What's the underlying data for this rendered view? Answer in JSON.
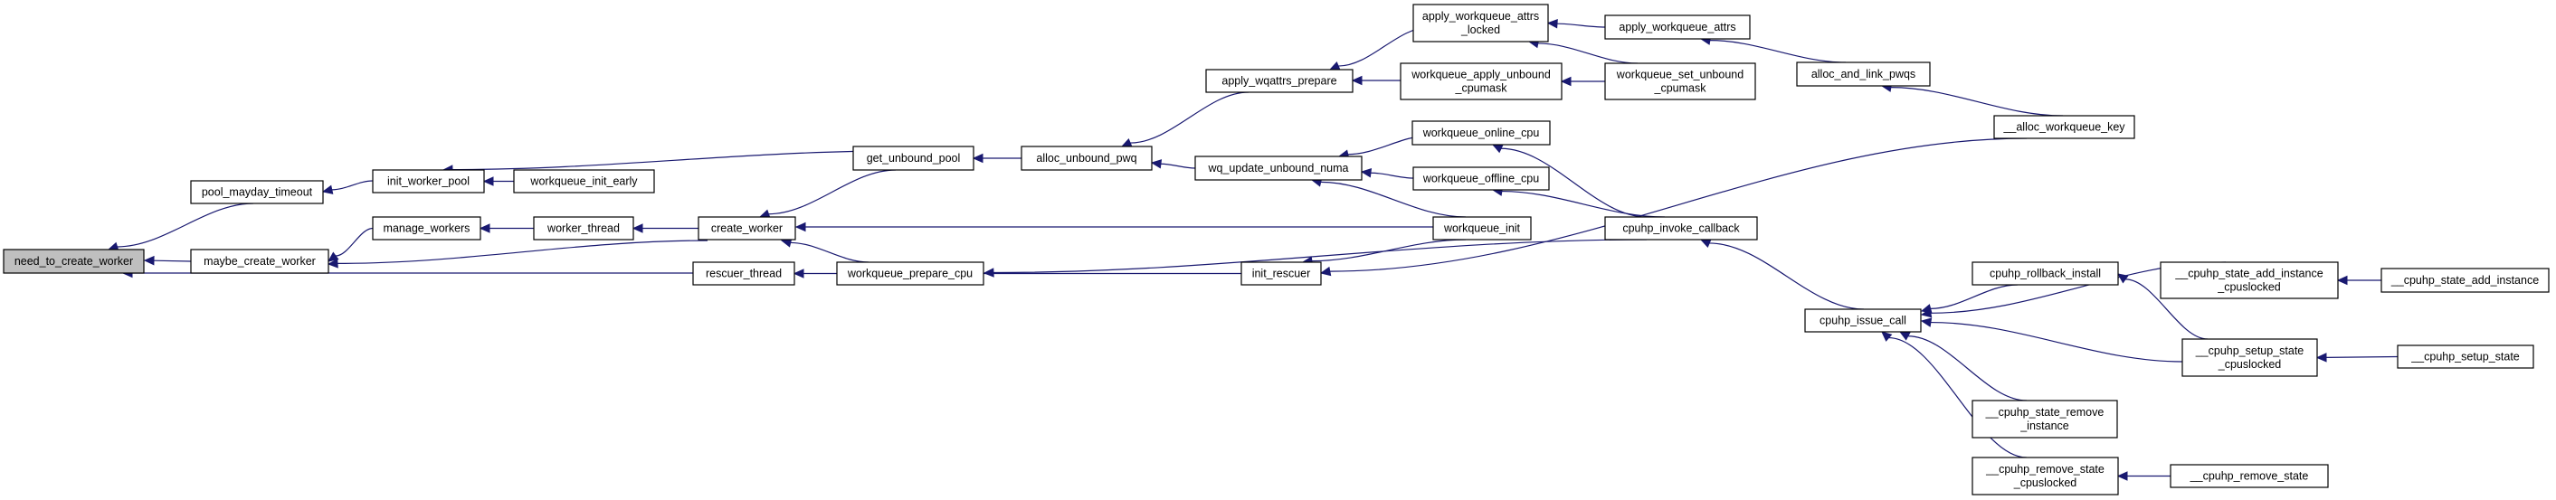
{
  "graph": {
    "nodes": [
      {
        "id": "need_to_create_worker",
        "lines": [
          "need_to_create_worker"
        ],
        "focus": true
      },
      {
        "id": "pool_mayday_timeout",
        "lines": [
          "pool_mayday_timeout"
        ]
      },
      {
        "id": "maybe_create_worker",
        "lines": [
          "maybe_create_worker"
        ]
      },
      {
        "id": "rescuer_thread",
        "lines": [
          "rescuer_thread"
        ]
      },
      {
        "id": "init_worker_pool",
        "lines": [
          "init_worker_pool"
        ]
      },
      {
        "id": "workqueue_init_early",
        "lines": [
          "workqueue_init_early"
        ]
      },
      {
        "id": "manage_workers",
        "lines": [
          "manage_workers"
        ]
      },
      {
        "id": "worker_thread",
        "lines": [
          "worker_thread"
        ]
      },
      {
        "id": "create_worker",
        "lines": [
          "create_worker"
        ]
      },
      {
        "id": "get_unbound_pool",
        "lines": [
          "get_unbound_pool"
        ]
      },
      {
        "id": "workqueue_prepare_cpu",
        "lines": [
          "workqueue_prepare_cpu"
        ]
      },
      {
        "id": "alloc_unbound_pwq",
        "lines": [
          "alloc_unbound_pwq"
        ]
      },
      {
        "id": "apply_wqattrs_prepare",
        "lines": [
          "apply_wqattrs_prepare"
        ]
      },
      {
        "id": "wq_update_unbound_numa",
        "lines": [
          "wq_update_unbound_numa"
        ]
      },
      {
        "id": "init_rescuer",
        "lines": [
          "init_rescuer"
        ]
      },
      {
        "id": "apply_workqueue_attrs_locked",
        "lines": [
          "apply_workqueue_attrs",
          "_locked"
        ]
      },
      {
        "id": "workqueue_apply_unbound_cpumask",
        "lines": [
          "workqueue_apply_unbound",
          "_cpumask"
        ]
      },
      {
        "id": "workqueue_online_cpu",
        "lines": [
          "workqueue_online_cpu"
        ]
      },
      {
        "id": "workqueue_offline_cpu",
        "lines": [
          "workqueue_offline_cpu"
        ]
      },
      {
        "id": "workqueue_init",
        "lines": [
          "workqueue_init"
        ]
      },
      {
        "id": "apply_workqueue_attrs",
        "lines": [
          "apply_workqueue_attrs"
        ]
      },
      {
        "id": "workqueue_set_unbound_cpumask",
        "lines": [
          "workqueue_set_unbound",
          "_cpumask"
        ]
      },
      {
        "id": "cpuhp_invoke_callback",
        "lines": [
          "cpuhp_invoke_callback"
        ]
      },
      {
        "id": "alloc_and_link_pwqs",
        "lines": [
          "alloc_and_link_pwqs"
        ]
      },
      {
        "id": "__alloc_workqueue_key",
        "lines": [
          "__alloc_workqueue_key"
        ]
      },
      {
        "id": "cpuhp_issue_call",
        "lines": [
          "cpuhp_issue_call"
        ]
      },
      {
        "id": "cpuhp_rollback_install",
        "lines": [
          "cpuhp_rollback_install"
        ]
      },
      {
        "id": "__cpuhp_state_remove_instance",
        "lines": [
          "__cpuhp_state_remove",
          "_instance"
        ]
      },
      {
        "id": "__cpuhp_remove_state_cpuslocked",
        "lines": [
          "__cpuhp_remove_state",
          "_cpuslocked"
        ]
      },
      {
        "id": "__cpuhp_state_add_instance_cpuslocked",
        "lines": [
          "__cpuhp_state_add_instance",
          "_cpuslocked"
        ]
      },
      {
        "id": "__cpuhp_setup_state_cpuslocked",
        "lines": [
          "__cpuhp_setup_state",
          "_cpuslocked"
        ]
      },
      {
        "id": "__cpuhp_remove_state",
        "lines": [
          "__cpuhp_remove_state"
        ]
      },
      {
        "id": "__cpuhp_state_add_instance",
        "lines": [
          "__cpuhp_state_add_instance"
        ]
      },
      {
        "id": "__cpuhp_setup_state",
        "lines": [
          "__cpuhp_setup_state"
        ]
      }
    ],
    "edges": [
      {
        "from": "pool_mayday_timeout",
        "to": "need_to_create_worker"
      },
      {
        "from": "maybe_create_worker",
        "to": "need_to_create_worker"
      },
      {
        "from": "rescuer_thread",
        "to": "need_to_create_worker"
      },
      {
        "from": "init_worker_pool",
        "to": "pool_mayday_timeout"
      },
      {
        "from": "manage_workers",
        "to": "maybe_create_worker"
      },
      {
        "from": "create_worker",
        "to": "maybe_create_worker"
      },
      {
        "from": "init_rescuer",
        "to": "rescuer_thread"
      },
      {
        "from": "workqueue_init_early",
        "to": "init_worker_pool"
      },
      {
        "from": "get_unbound_pool",
        "to": "init_worker_pool"
      },
      {
        "from": "worker_thread",
        "to": "manage_workers"
      },
      {
        "from": "create_worker",
        "to": "worker_thread"
      },
      {
        "from": "get_unbound_pool",
        "to": "create_worker"
      },
      {
        "from": "workqueue_init",
        "to": "create_worker"
      },
      {
        "from": "workqueue_prepare_cpu",
        "to": "create_worker"
      },
      {
        "from": "alloc_unbound_pwq",
        "to": "get_unbound_pool"
      },
      {
        "from": "cpuhp_invoke_callback",
        "to": "workqueue_prepare_cpu"
      },
      {
        "from": "apply_wqattrs_prepare",
        "to": "alloc_unbound_pwq"
      },
      {
        "from": "wq_update_unbound_numa",
        "to": "alloc_unbound_pwq"
      },
      {
        "from": "apply_workqueue_attrs_locked",
        "to": "apply_wqattrs_prepare"
      },
      {
        "from": "workqueue_apply_unbound_cpumask",
        "to": "apply_wqattrs_prepare"
      },
      {
        "from": "workqueue_online_cpu",
        "to": "wq_update_unbound_numa"
      },
      {
        "from": "workqueue_offline_cpu",
        "to": "wq_update_unbound_numa"
      },
      {
        "from": "workqueue_init",
        "to": "wq_update_unbound_numa"
      },
      {
        "from": "workqueue_init",
        "to": "init_rescuer"
      },
      {
        "from": "__alloc_workqueue_key",
        "to": "init_rescuer"
      },
      {
        "from": "apply_workqueue_attrs",
        "to": "apply_workqueue_attrs_locked"
      },
      {
        "from": "workqueue_set_unbound_cpumask",
        "to": "apply_workqueue_attrs_locked"
      },
      {
        "from": "workqueue_set_unbound_cpumask",
        "to": "workqueue_apply_unbound_cpumask"
      },
      {
        "from": "cpuhp_invoke_callback",
        "to": "workqueue_online_cpu"
      },
      {
        "from": "cpuhp_invoke_callback",
        "to": "workqueue_offline_cpu"
      },
      {
        "from": "alloc_and_link_pwqs",
        "to": "apply_workqueue_attrs"
      },
      {
        "from": "__alloc_workqueue_key",
        "to": "alloc_and_link_pwqs"
      },
      {
        "from": "cpuhp_issue_call",
        "to": "cpuhp_invoke_callback"
      },
      {
        "from": "cpuhp_rollback_install",
        "to": "cpuhp_issue_call"
      },
      {
        "from": "__cpuhp_state_add_instance_cpuslocked",
        "to": "cpuhp_issue_call"
      },
      {
        "from": "__cpuhp_setup_state_cpuslocked",
        "to": "cpuhp_issue_call"
      },
      {
        "from": "__cpuhp_state_remove_instance",
        "to": "cpuhp_issue_call"
      },
      {
        "from": "__cpuhp_remove_state_cpuslocked",
        "to": "cpuhp_issue_call"
      },
      {
        "from": "__cpuhp_setup_state_cpuslocked",
        "to": "cpuhp_rollback_install"
      },
      {
        "from": "__cpuhp_state_add_instance",
        "to": "__cpuhp_state_add_instance_cpuslocked"
      },
      {
        "from": "__cpuhp_setup_state",
        "to": "__cpuhp_setup_state_cpuslocked"
      },
      {
        "from": "__cpuhp_remove_state",
        "to": "__cpuhp_remove_state_cpuslocked"
      }
    ]
  }
}
